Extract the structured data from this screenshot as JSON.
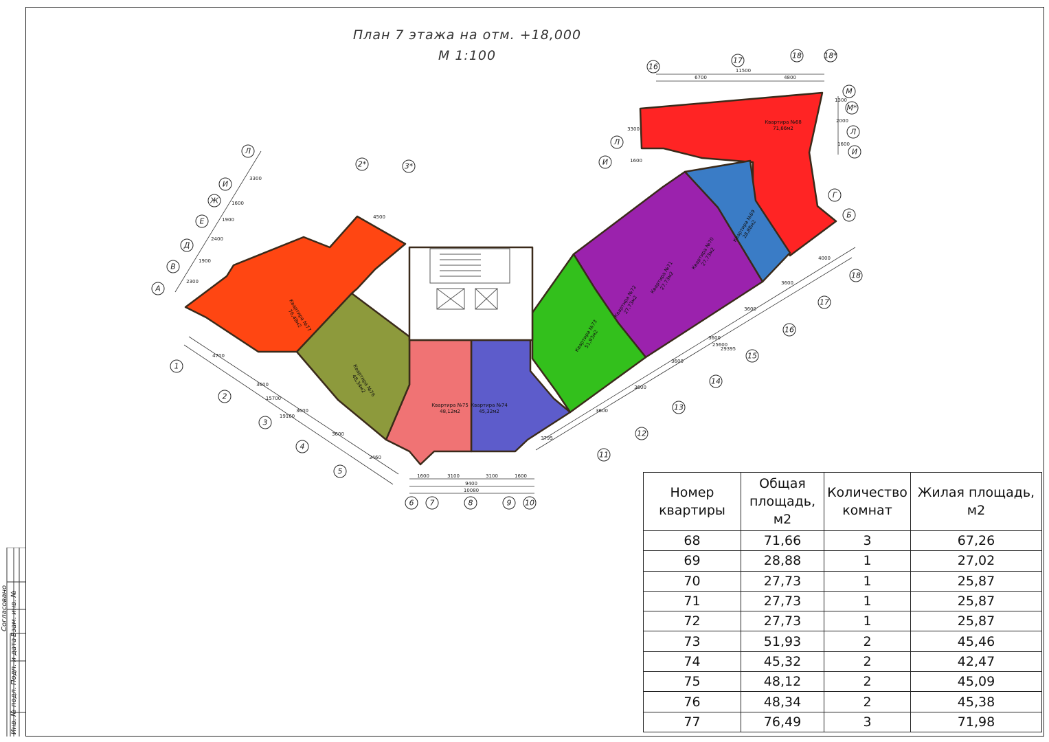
{
  "drawing": {
    "title": "План 7 этажа на отм. +18,000",
    "scale": "М 1:100"
  },
  "stamp": {
    "agreed": "Согласовано",
    "inv_no": "Инв. № подл.",
    "sign_date": "Подп. и дата",
    "replaced_inv": "Взам. инв. №"
  },
  "colors": {
    "apt68": "#ff2424",
    "apt69": "#3a7cc6",
    "apt70_72": "#9b22ad",
    "apt73": "#33c01c",
    "apt74": "#5d5ccb",
    "apt75": "#f07374",
    "apt76": "#8d9a3c",
    "apt77": "#ff4612"
  },
  "apartments": [
    {
      "label": "Квартира №68",
      "area": "71,66м2"
    },
    {
      "label": "Квартира №69",
      "area": "28,88м2"
    },
    {
      "label": "Квартира №70",
      "area": "27,73м2"
    },
    {
      "label": "Квартира №71",
      "area": "27,73м2"
    },
    {
      "label": "Квартира №72",
      "area": "27,73м2"
    },
    {
      "label": "Квартира №73",
      "area": "51,93м2"
    },
    {
      "label": "Квартира №74",
      "area": "45,32м2"
    },
    {
      "label": "Квартира №75",
      "area": "48,12м2"
    },
    {
      "label": "Квартира №76",
      "area": "48,34м2"
    },
    {
      "label": "Квартира №77",
      "area": "76,49м2"
    }
  ],
  "axes": [
    "1",
    "2",
    "3",
    "4",
    "5",
    "6",
    "7",
    "8",
    "9",
    "10",
    "11",
    "12",
    "13",
    "14",
    "15",
    "16",
    "17",
    "18",
    "16",
    "17",
    "18",
    "18*",
    "2*",
    "3*",
    "А",
    "В",
    "Д",
    "Е",
    "Ж",
    "И",
    "Л",
    "М",
    "М*",
    "Л",
    "И",
    "Г",
    "Б",
    "Л",
    "И"
  ],
  "dimensions": {
    "bottom": [
      "1600",
      "3100",
      "3100",
      "1600",
      "9400",
      "10080"
    ],
    "left": [
      "4700",
      "3600",
      "3600",
      "3600",
      "3460",
      "15700",
      "19160"
    ],
    "right": [
      "3795",
      "3600",
      "3600",
      "3600",
      "3600",
      "3600",
      "3600",
      "4000",
      "25600",
      "29395"
    ],
    "top": [
      "6700",
      "4800",
      "11500"
    ],
    "other": [
      "4500",
      "3300",
      "1600",
      "1900",
      "2400",
      "1900",
      "2300",
      "1300",
      "2000",
      "1600",
      "3300",
      "1600"
    ]
  },
  "table": {
    "headers": [
      "Номер квартиры",
      "Общая площадь, м2",
      "Количество комнат",
      "Жилая площадь, м2"
    ],
    "rows": [
      [
        "68",
        "71,66",
        "3",
        "67,26"
      ],
      [
        "69",
        "28,88",
        "1",
        "27,02"
      ],
      [
        "70",
        "27,73",
        "1",
        "25,87"
      ],
      [
        "71",
        "27,73",
        "1",
        "25,87"
      ],
      [
        "72",
        "27,73",
        "1",
        "25,87"
      ],
      [
        "73",
        "51,93",
        "2",
        "45,46"
      ],
      [
        "74",
        "45,32",
        "2",
        "42,47"
      ],
      [
        "75",
        "48,12",
        "2",
        "45,09"
      ],
      [
        "76",
        "48,34",
        "2",
        "45,38"
      ],
      [
        "77",
        "76,49",
        "3",
        "71,98"
      ]
    ]
  }
}
